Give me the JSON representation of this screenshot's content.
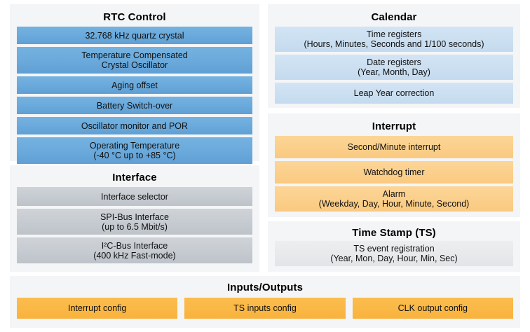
{
  "colors": {
    "panel_bg": "#f4f5f7",
    "blue": "#6aa9db",
    "light_blue": "#cbdff1",
    "gray": "#c6cbd1",
    "orange": "#fbcf8b",
    "orange_strong": "#fab845",
    "offwhite": "#e7e9eb",
    "text": "#111111"
  },
  "panels": {
    "rtc_control": {
      "title": "RTC Control",
      "blocks": [
        {
          "line1": "32.768 kHz quartz crystal",
          "line2": ""
        },
        {
          "line1": "Temperature Compensated",
          "line2": "Crystal Oscillator"
        },
        {
          "line1": "Aging offset",
          "line2": ""
        },
        {
          "line1": "Battery Switch-over",
          "line2": ""
        },
        {
          "line1": "Oscillator monitor and POR",
          "line2": ""
        },
        {
          "line1": "Operating Temperature",
          "line2": "(-40 °C up to +85 °C)"
        }
      ]
    },
    "interface": {
      "title": "Interface",
      "blocks": [
        {
          "line1": "Interface selector",
          "line2": ""
        },
        {
          "line1": "SPI-Bus Interface",
          "line2": "(up to 6.5 Mbit/s)"
        },
        {
          "line1": "I²C-Bus Interface",
          "line2": "(400 kHz Fast-mode)"
        }
      ]
    },
    "calendar": {
      "title": "Calendar",
      "blocks": [
        {
          "line1": "Time registers",
          "line2": "(Hours, Minutes, Seconds and 1/100 seconds)"
        },
        {
          "line1": "Date registers",
          "line2": "(Year, Month, Day)"
        },
        {
          "line1": "Leap Year correction",
          "line2": ""
        }
      ]
    },
    "interrupt": {
      "title": "Interrupt",
      "blocks": [
        {
          "line1": "Second/Minute interrupt",
          "line2": ""
        },
        {
          "line1": "Watchdog timer",
          "line2": ""
        },
        {
          "line1": "Alarm",
          "line2": "(Weekday, Day, Hour, Minute, Second)"
        }
      ]
    },
    "time_stamp": {
      "title": "Time Stamp (TS)",
      "blocks": [
        {
          "line1": "TS event registration",
          "line2": "(Year, Mon, Day, Hour, Min, Sec)"
        }
      ]
    },
    "inputs_outputs": {
      "title": "Inputs/Outputs",
      "blocks": [
        {
          "line1": "Interrupt config",
          "line2": ""
        },
        {
          "line1": "TS inputs config",
          "line2": ""
        },
        {
          "line1": "CLK output config",
          "line2": ""
        }
      ]
    }
  }
}
